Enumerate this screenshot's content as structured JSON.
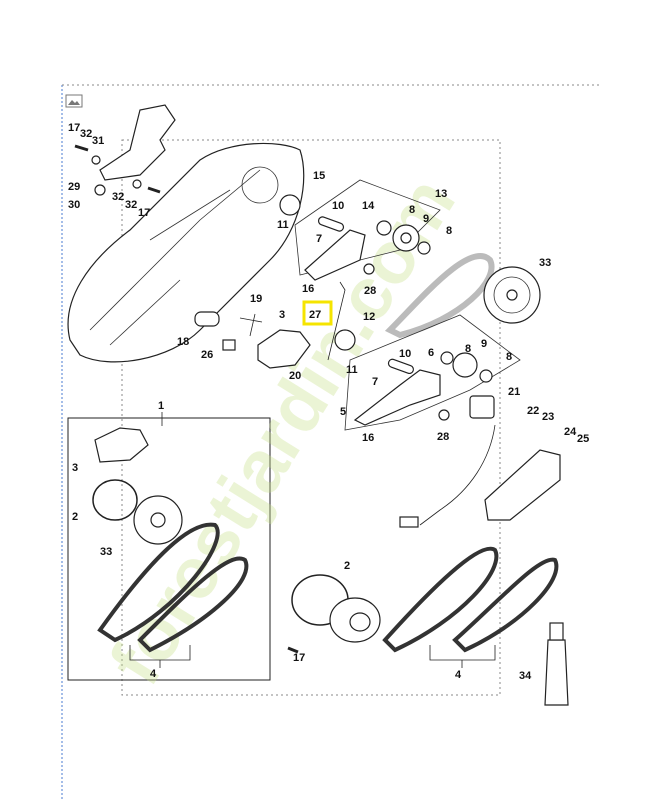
{
  "image_icon": "image-icon",
  "highlight_color": "#f5e400",
  "highlighted_callout": "27",
  "watermark": "forestjardin.com",
  "watermark_colors": {
    "green": "#c8e08a",
    "brown": "#b8a890"
  },
  "callouts": [
    "17",
    "32",
    "31",
    "29",
    "30",
    "32",
    "32",
    "17",
    "15",
    "11",
    "10",
    "14",
    "7",
    "13",
    "8",
    "9",
    "8",
    "33",
    "28",
    "16",
    "27",
    "12",
    "19",
    "3",
    "18",
    "26",
    "20",
    "11",
    "10",
    "6",
    "8",
    "9",
    "8",
    "7",
    "5",
    "21",
    "16",
    "28",
    "22",
    "23",
    "24",
    "25",
    "1",
    "3",
    "2",
    "33",
    "4",
    "2",
    "17",
    "4",
    "34"
  ]
}
